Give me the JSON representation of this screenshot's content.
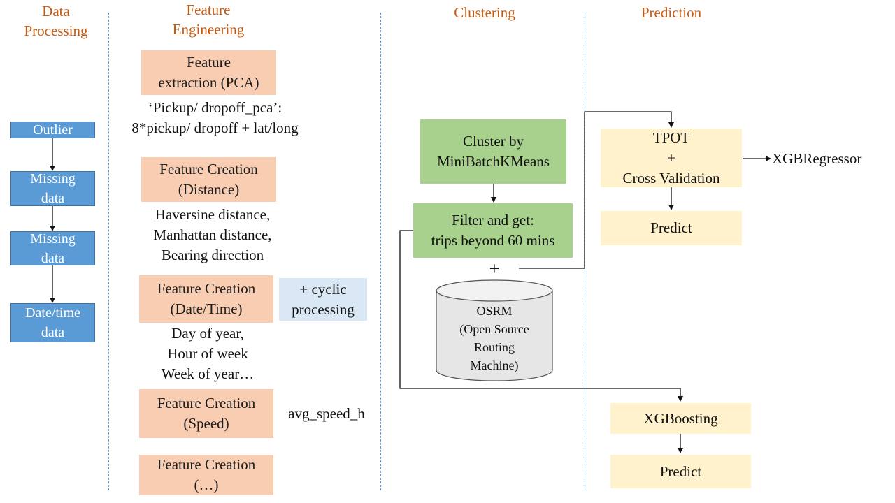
{
  "headers": {
    "data_processing": [
      "Data",
      "Processing"
    ],
    "feature_engineering": [
      "Feature",
      "Engineering"
    ],
    "clustering": "Clustering",
    "prediction": "Prediction"
  },
  "data_processing": {
    "outlier": "Outlier",
    "missing_data_1": [
      "Missing",
      "data"
    ],
    "missing_data_2": [
      "Missing",
      "data"
    ],
    "datetime_data": [
      "Date/time",
      "data"
    ]
  },
  "feature_engineering": {
    "pca_box": [
      "Feature",
      "extraction (PCA)"
    ],
    "pca_desc": [
      "‘Pickup/ dropoff_pca’:",
      "8*pickup/ dropoff + lat/long"
    ],
    "distance_box": [
      "Feature Creation",
      "(Distance)"
    ],
    "distance_desc": [
      "Haversine distance,",
      "Manhattan distance,",
      "Bearing direction"
    ],
    "datetime_box": [
      "Feature Creation",
      "(Date/Time)"
    ],
    "cyclic_box": [
      "+ cyclic",
      "processing"
    ],
    "datetime_desc": [
      "Day of year,",
      "Hour of week",
      "Week of year…"
    ],
    "speed_box": [
      "Feature Creation",
      "(Speed)"
    ],
    "speed_desc": "avg_speed_h",
    "other_box": [
      "Feature Creation",
      "(…)"
    ]
  },
  "clustering": {
    "cluster_box": [
      "Cluster by",
      "MiniBatchKMeans"
    ],
    "filter_box": [
      "Filter and get:",
      "trips beyond 60 mins"
    ],
    "plus": "+",
    "osrm": [
      "OSRM",
      "(Open Source",
      "Routing",
      "Machine)"
    ]
  },
  "prediction": {
    "tpot_box": [
      "TPOT",
      "+",
      "Cross Validation"
    ],
    "xgb_regressor": "XGBRegressor",
    "predict_1": "Predict",
    "xgboosting": "XGBoosting",
    "predict_2": "Predict"
  },
  "colors": {
    "header": "#c55a11",
    "blue_box": "#5b9bd5",
    "peach_box": "#f8cbad",
    "light_blue_box": "#dae8f5",
    "green_box": "#a9d18e",
    "yellow_box": "#fff2cc",
    "divider": "#5b9bd5"
  }
}
